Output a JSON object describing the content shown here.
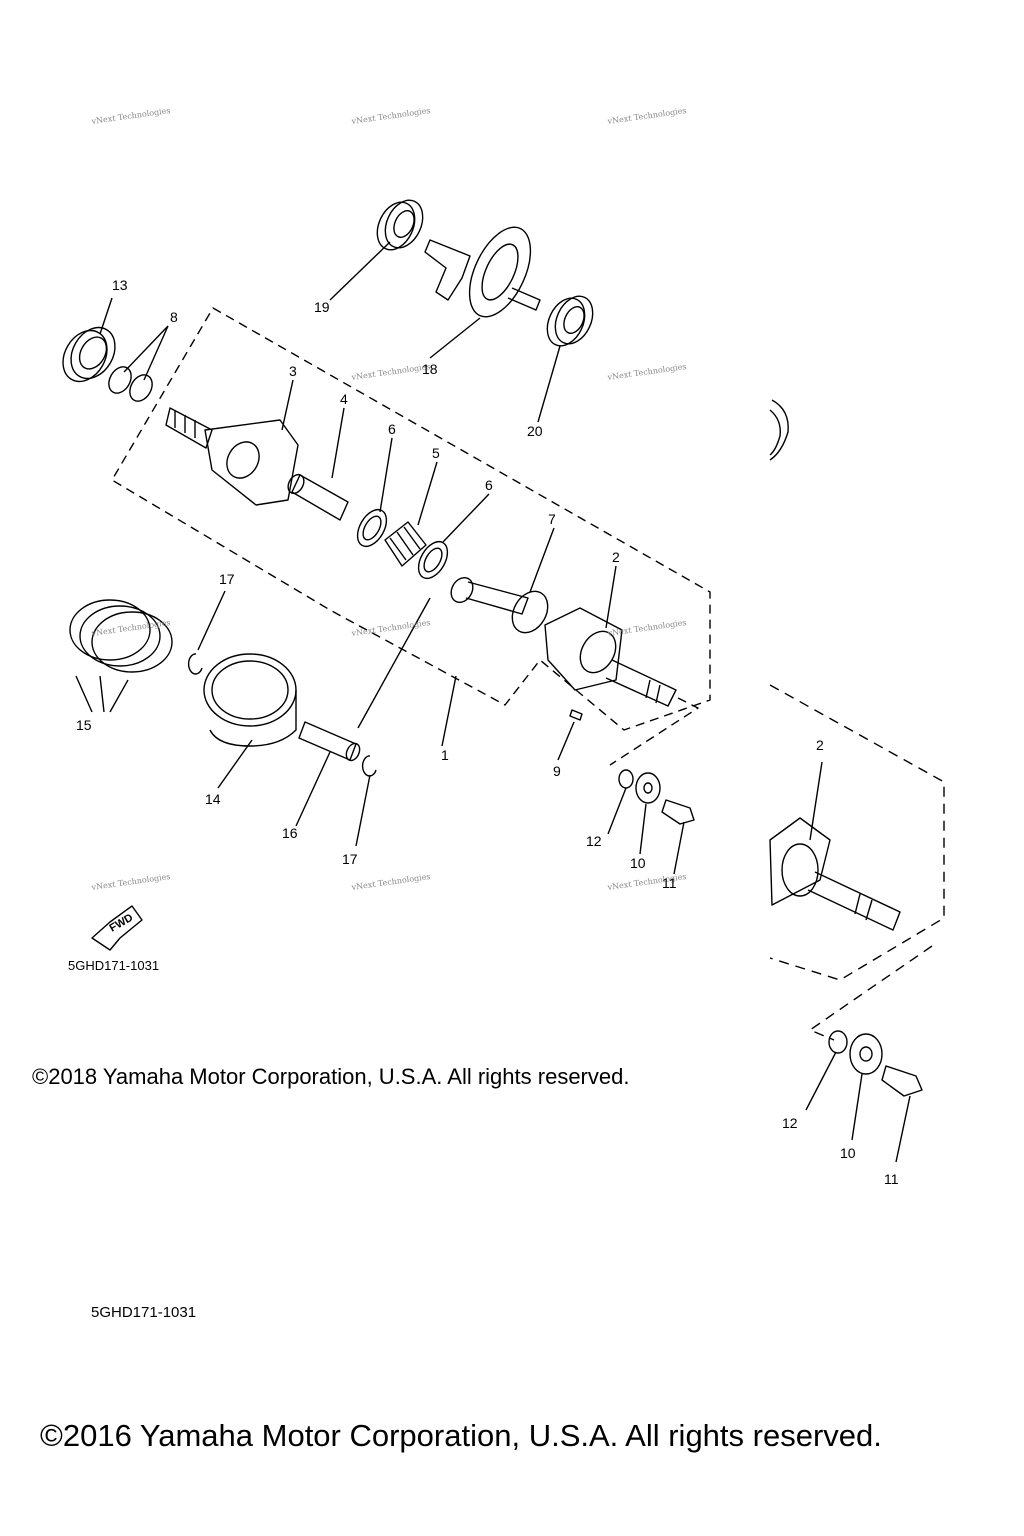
{
  "watermark_text": "vNext Technologies",
  "parts": [
    {
      "ref": "1"
    },
    {
      "ref": "2"
    },
    {
      "ref": "3"
    },
    {
      "ref": "4"
    },
    {
      "ref": "5"
    },
    {
      "ref": "6"
    },
    {
      "ref": "6"
    },
    {
      "ref": "7"
    },
    {
      "ref": "8"
    },
    {
      "ref": "9"
    },
    {
      "ref": "10"
    },
    {
      "ref": "11"
    },
    {
      "ref": "12"
    },
    {
      "ref": "13"
    },
    {
      "ref": "14"
    },
    {
      "ref": "15"
    },
    {
      "ref": "16"
    },
    {
      "ref": "17"
    },
    {
      "ref": "17"
    },
    {
      "ref": "18"
    },
    {
      "ref": "19"
    },
    {
      "ref": "20"
    }
  ],
  "inset_parts": [
    {
      "ref": "2"
    },
    {
      "ref": "12"
    },
    {
      "ref": "10"
    },
    {
      "ref": "11"
    }
  ],
  "fwd_label": "FWD",
  "diagram_code_primary": "5GHD171-1031",
  "copyright_primary": "©2018 Yamaha Motor Corporation, U.S.A. All rights reserved.",
  "diagram_code_secondary": "5GHD171-1031",
  "copyright_secondary": "©2016 Yamaha Motor Corporation, U.S.A. All rights reserved."
}
